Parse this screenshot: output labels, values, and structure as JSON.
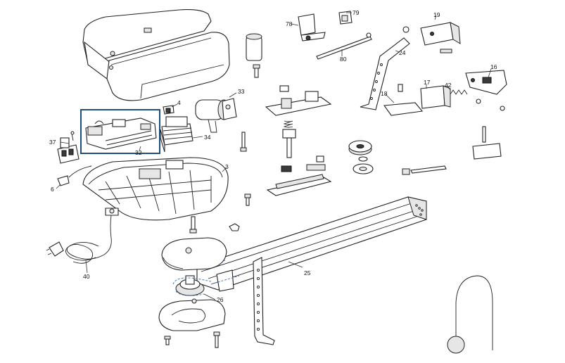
{
  "highlight": {
    "color": "#1f4e79"
  },
  "callouts": {
    "c3": "3",
    "c4": "4",
    "c6": "6",
    "c16": "16",
    "c17": "17",
    "c18": "18",
    "c19": "19",
    "c24": "24",
    "c25": "25",
    "c26": "26",
    "c32": "32",
    "c33": "33",
    "c34": "34",
    "c37": "37",
    "c40": "40",
    "c42": "42",
    "c78": "78",
    "c79": "79",
    "c80": "80"
  }
}
